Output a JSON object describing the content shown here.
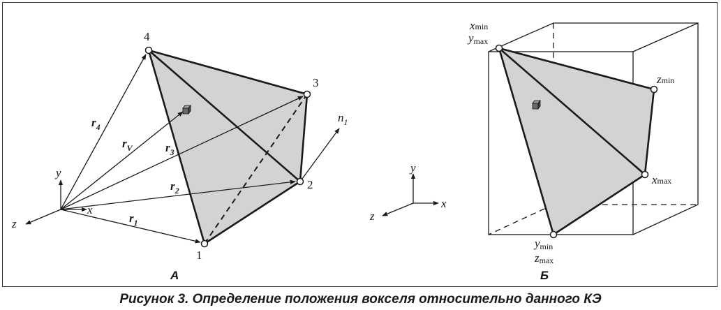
{
  "panels": {
    "a": {
      "letter": "А",
      "vertices": [
        "1",
        "2",
        "3",
        "4"
      ],
      "vectors": [
        {
          "name": "r",
          "sub": "1"
        },
        {
          "name": "r",
          "sub": "2"
        },
        {
          "name": "r",
          "sub": "3"
        },
        {
          "name": "r",
          "sub": "4"
        },
        {
          "name": "r",
          "sub": "V"
        }
      ],
      "normal": {
        "name": "n",
        "sub": "1"
      },
      "axes": {
        "x": "x",
        "y": "y",
        "z": "z"
      }
    },
    "b": {
      "letter": "Б",
      "axes": {
        "x": "x",
        "y": "y",
        "z": "z"
      },
      "extremes": {
        "top_left": [
          {
            "var": "x",
            "sub": "min"
          },
          {
            "var": "y",
            "sub": "max"
          }
        ],
        "right_upper": {
          "var": "z",
          "sub": "min"
        },
        "right_lower": {
          "var": "x",
          "sub": "max"
        },
        "bottom": [
          {
            "var": "y",
            "sub": "min"
          },
          {
            "var": "z",
            "sub": "max"
          }
        ]
      }
    }
  },
  "caption": "Рисунок 3. Определение положения вокселя относительно данного КЭ",
  "colors": {
    "face_fill": "#d3d3d3",
    "stroke": "#1a1a1a",
    "voxel": "#6a6a6a",
    "frame": "#333333"
  }
}
